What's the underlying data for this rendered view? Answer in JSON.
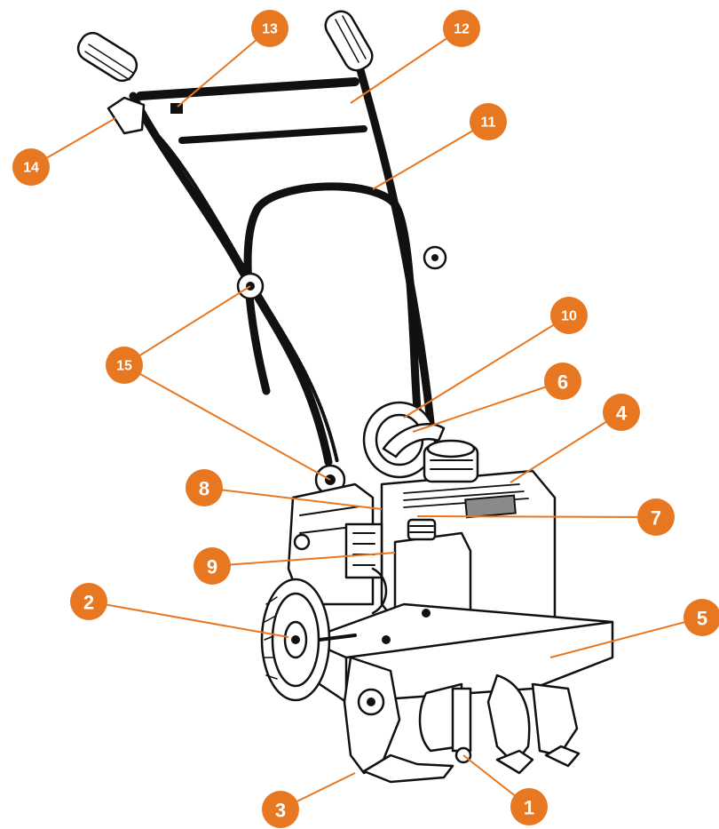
{
  "accent_color": "#e87722",
  "callouts": [
    {
      "label": "1"
    },
    {
      "label": "2"
    },
    {
      "label": "3"
    },
    {
      "label": "4"
    },
    {
      "label": "5"
    },
    {
      "label": "6"
    },
    {
      "label": "7"
    },
    {
      "label": "8"
    },
    {
      "label": "9"
    },
    {
      "label": "10"
    },
    {
      "label": "11"
    },
    {
      "label": "12"
    },
    {
      "label": "13"
    },
    {
      "label": "14"
    },
    {
      "label": "15"
    }
  ]
}
